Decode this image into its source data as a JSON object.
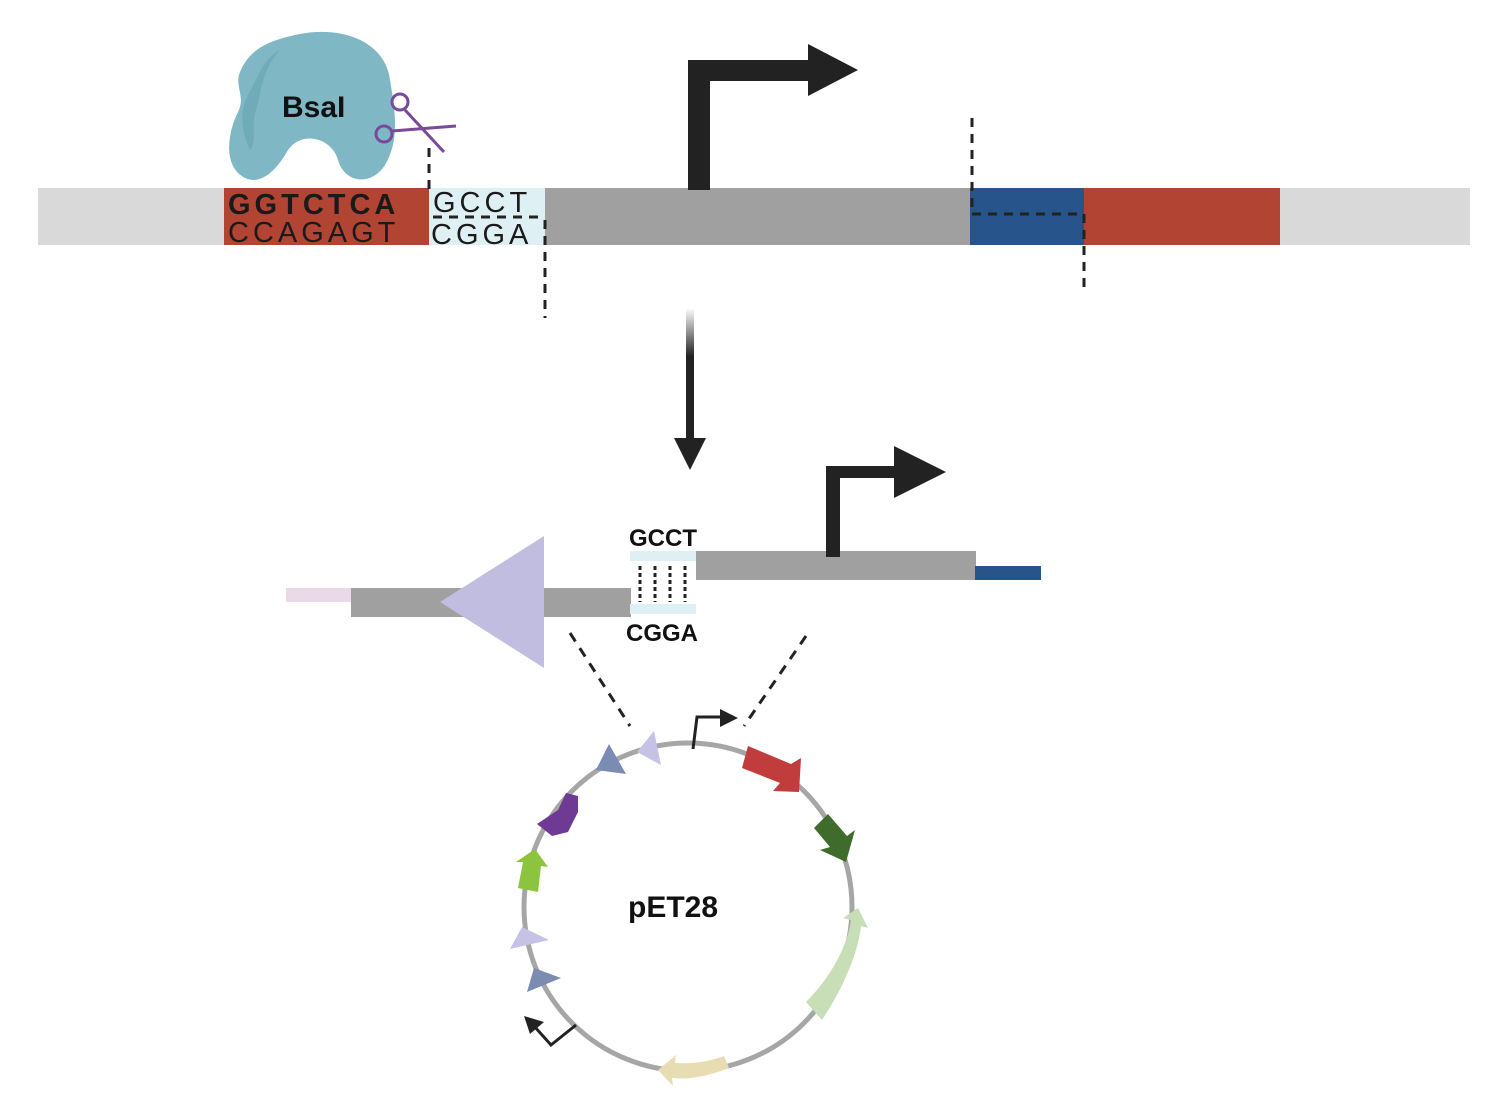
{
  "enzyme": {
    "name": "BsaI",
    "color": "#7fb8c4",
    "shade": "#6aa6b3"
  },
  "construct": {
    "recognition_top": "GGTCTCA",
    "recognition_bottom": "CCAGAGT",
    "overhang_top": "GCCT",
    "overhang_bottom": "CGGA",
    "colors": {
      "backbone": "#d9d9d9",
      "recognition": "#b24434",
      "overhang": "#dff0f5",
      "promoter_region": "#a0a0a0",
      "blue_part": "#27548a",
      "red_part": "#b24434"
    }
  },
  "product": {
    "overhang_top": "GCCT",
    "overhang_bottom": "CGGA",
    "colors": {
      "bar": "#a0a0a0",
      "triangle": "#c0bde0",
      "pink_end": "#ead9e8",
      "blue_end": "#27548a"
    }
  },
  "plasmid": {
    "name": "pET28",
    "colors": {
      "ring": "#a6a6a6",
      "red": "#c13d3d",
      "dark_green": "#3f6b2b",
      "pale_green": "#c8deb6",
      "beige": "#e8dcb3",
      "purple": "#6f3a93",
      "lime": "#8dc43f",
      "lavender": "#c6c2e6",
      "slate": "#7a8cb2",
      "arrow": "#1a1a1a"
    }
  }
}
